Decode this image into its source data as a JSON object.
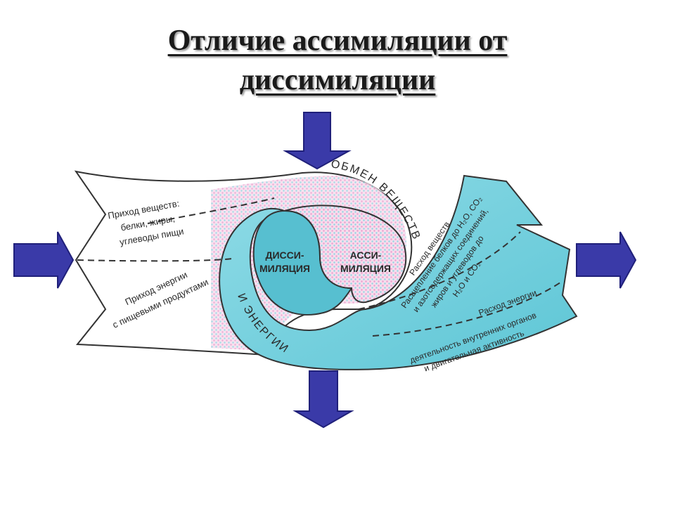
{
  "title": {
    "line1": "Отличие ассимиляции от",
    "line2": "диссимиляции"
  },
  "colors": {
    "arrow_fill": "#3a3aa8",
    "arrow_stroke": "#20207a",
    "teal": "#6fd0dd",
    "pink": "#f2c4e0",
    "outline": "#333333"
  },
  "diagram": {
    "arc_top": "ОБМЕН ВЕЩЕСТВ",
    "arc_bottom": "И ЭНЕРГИИ",
    "dissim": {
      "line1": "ДИССИ-",
      "line2": "МИЛЯЦИЯ"
    },
    "assim": {
      "line1": "АССИ-",
      "line2": "МИЛЯЦИЯ"
    },
    "intake_substances": {
      "line1": "Приход веществ:",
      "line2": "белки, жиры,",
      "line3": "углеводы пищи"
    },
    "intake_energy": {
      "line1": "Приход энергии",
      "line2": "с пищевыми продуктами"
    },
    "spend_substances": {
      "line1": "Расход веществ",
      "line2": "Расщепление белков до H₂O, CO₂",
      "line3": "и азотсодержащих соединений,",
      "line4": "жиров и углеводов до",
      "line5": "H₂O и CO₂"
    },
    "spend_energy": {
      "line1": "Расход энергии",
      "line2": "деятельность внутренних органов",
      "line3": "и двигательная активность"
    }
  }
}
